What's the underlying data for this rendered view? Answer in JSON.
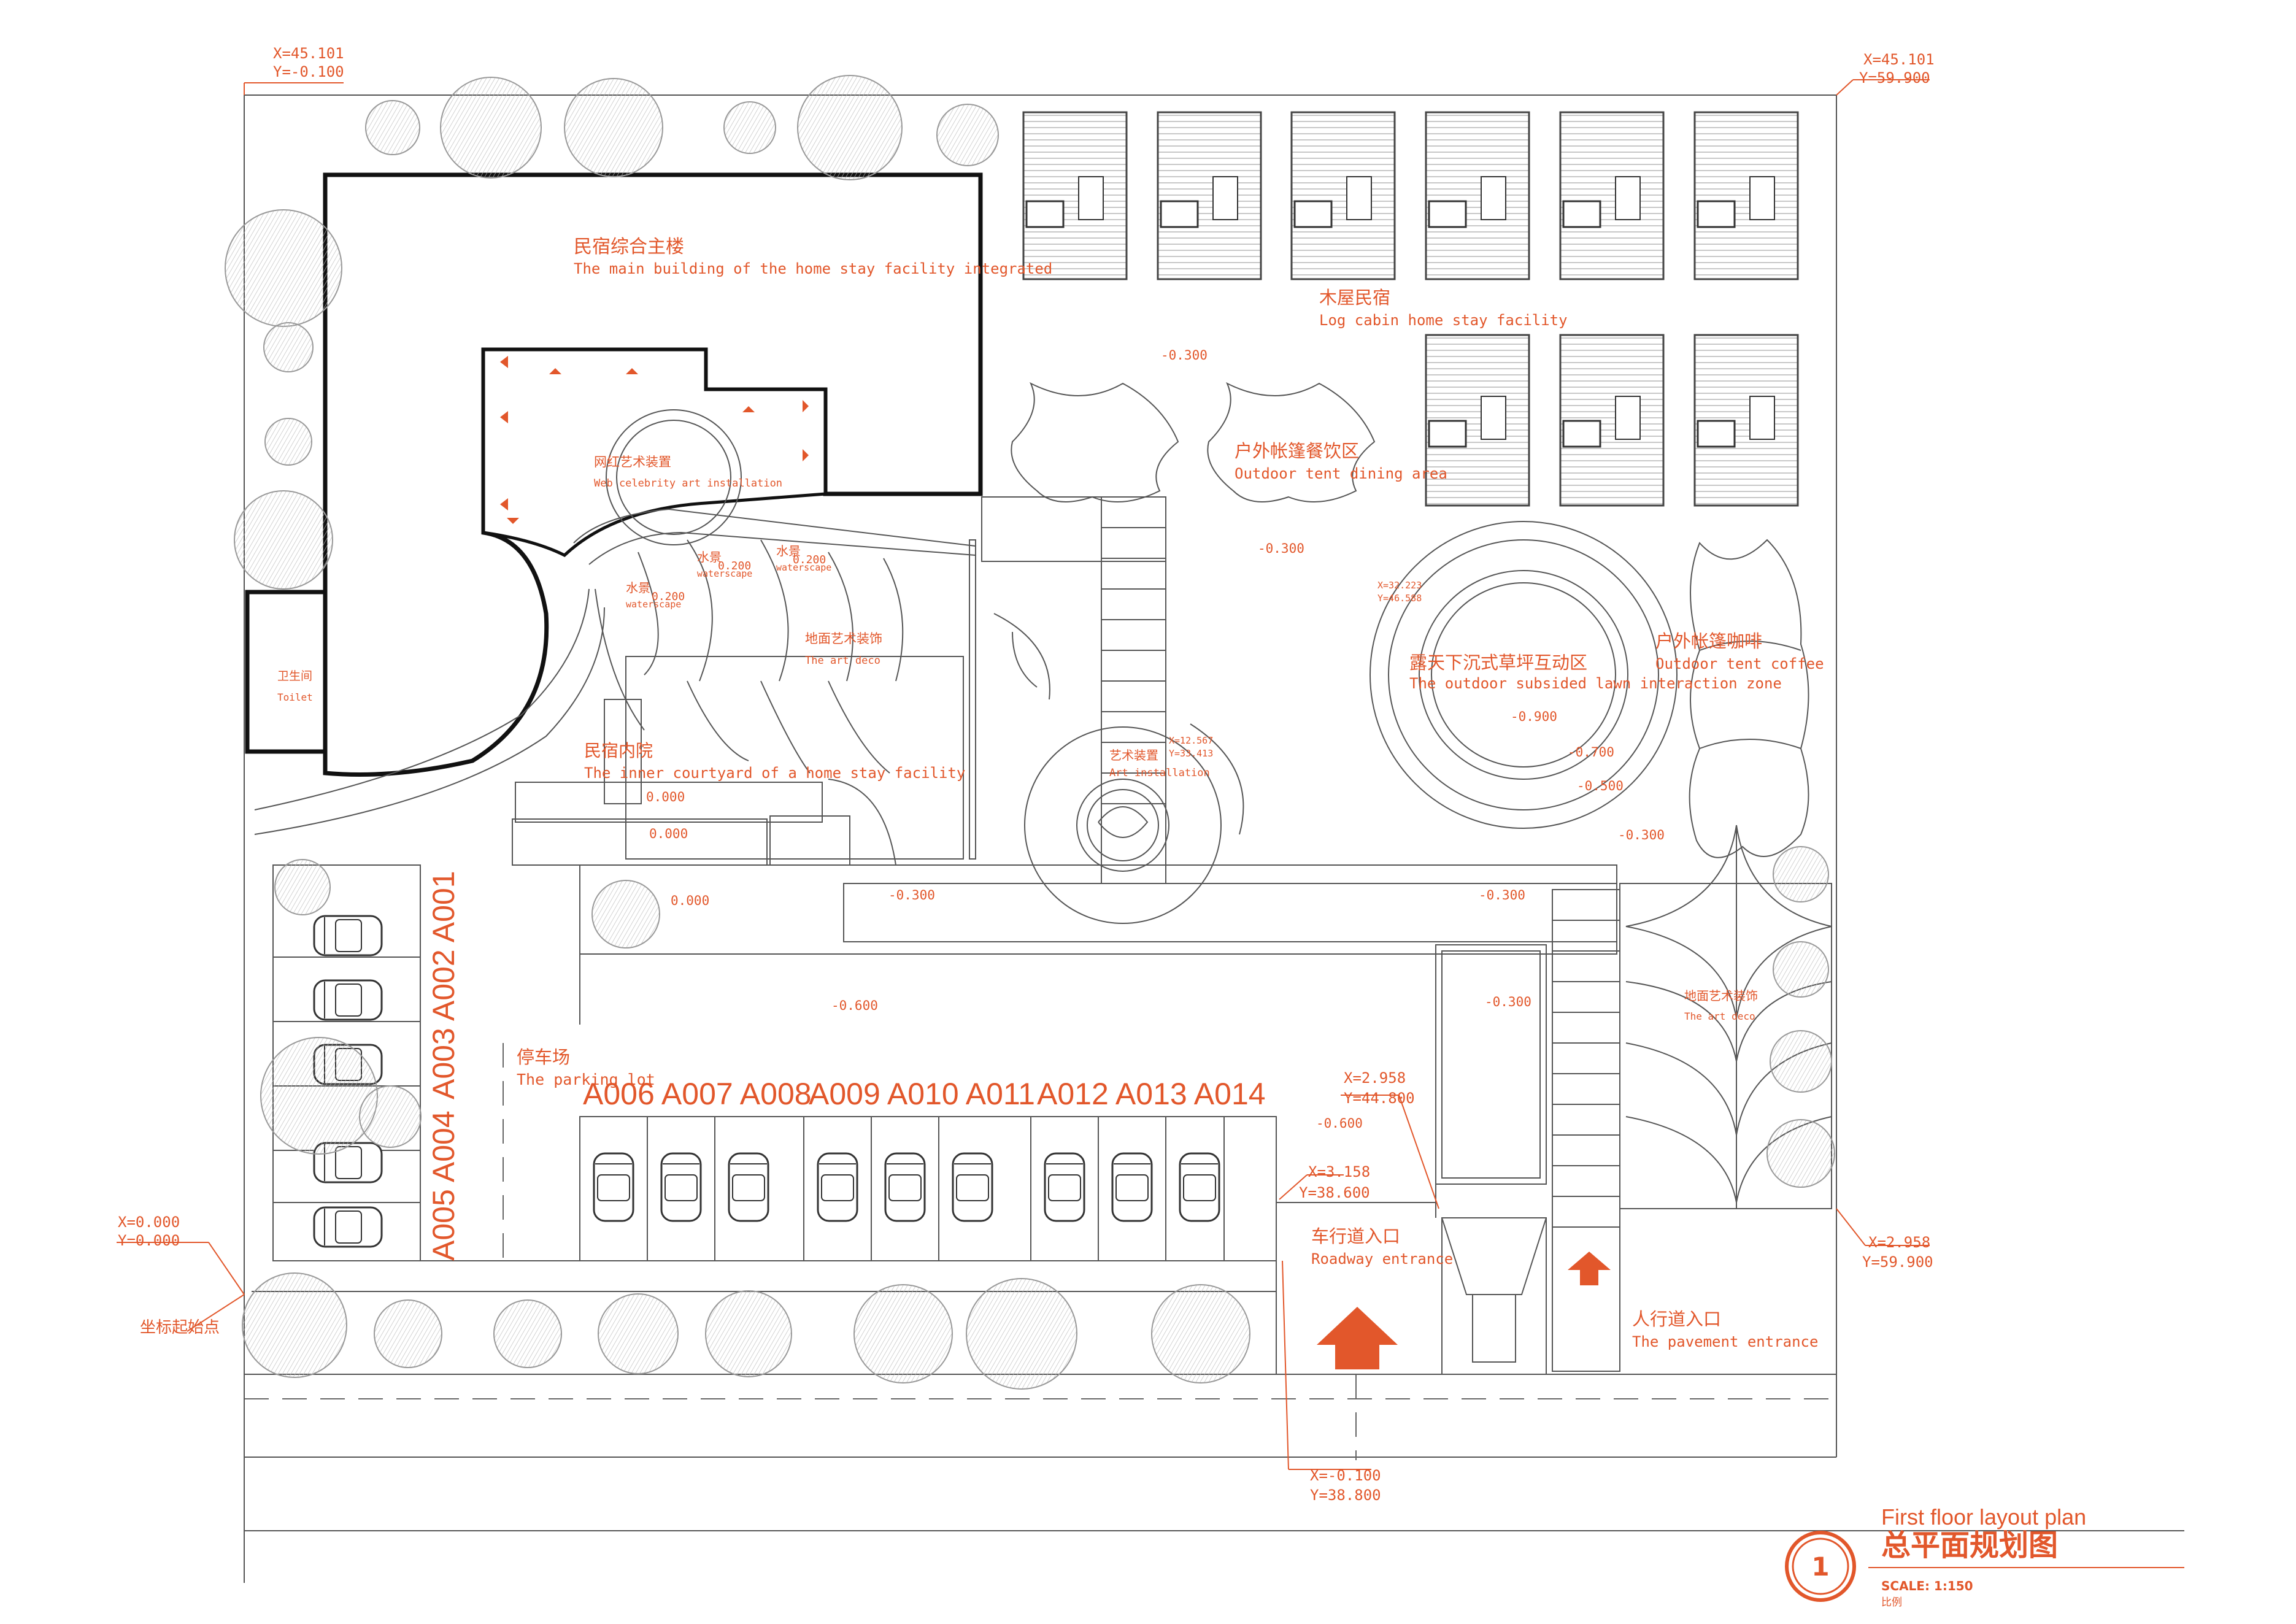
{
  "zones": {
    "main_building": {
      "cn": "民宿综合主楼",
      "en": "The main building of the home stay facility integrated"
    },
    "web_art": {
      "cn": "网红艺术装置",
      "en": "Web celebrity art installation"
    },
    "toilet": {
      "cn": "卫生间",
      "en": "Toilet"
    },
    "waterscape_1": {
      "cn": "水景",
      "en": "waterscape",
      "level": "0.200"
    },
    "waterscape_2": {
      "cn": "水景",
      "en": "waterscape",
      "level": "0.200"
    },
    "waterscape_3": {
      "cn": "水景",
      "en": "waterscape",
      "level": "0.200"
    },
    "ground_art_1": {
      "cn": "地面艺术装饰",
      "en": "The art deco"
    },
    "courtyard": {
      "cn": "民宿内院",
      "en": "The inner courtyard of a home stay facility"
    },
    "log_cabin": {
      "cn": "木屋民宿",
      "en": "Log cabin home stay facility"
    },
    "tent_dining": {
      "cn": "户外帐篷餐饮区",
      "en": "Outdoor tent dining area"
    },
    "lawn": {
      "cn": "露天下沉式草坪互动区",
      "en": "The outdoor subsided lawn interaction zone"
    },
    "tent_coffee": {
      "cn": "户外帐篷咖啡",
      "en": "Outdoor tent coffee"
    },
    "art_installation": {
      "cn": "艺术装置",
      "en": "Art installation"
    },
    "ground_art_2": {
      "cn": "地面艺术装饰",
      "en": "The art deco"
    },
    "parking": {
      "cn": "停车场",
      "en": "The parking lot"
    },
    "roadway": {
      "cn": "车行道入口",
      "en": "Roadway entrance"
    },
    "pavement": {
      "cn": "人行道入口",
      "en": "The pavement entrance"
    },
    "origin": {
      "cn": "坐标起始点"
    }
  },
  "parking_rows": {
    "row_a": "A006 A007 A008",
    "row_b": "A009 A010 A011",
    "row_c": "A012 A013 A014",
    "col_1": "A003 A002 A001",
    "col_2": "A005 A004"
  },
  "elevations": [
    {
      "id": "e1",
      "text": "-0.300"
    },
    {
      "id": "e2",
      "text": "-0.300"
    },
    {
      "id": "e3",
      "text": "0.000"
    },
    {
      "id": "e4",
      "text": "0.000"
    },
    {
      "id": "e5",
      "text": "0.000"
    },
    {
      "id": "e6",
      "text": "-0.300"
    },
    {
      "id": "e7",
      "text": "-0.300"
    },
    {
      "id": "e8",
      "text": "-0.900"
    },
    {
      "id": "e9",
      "text": "-0.700"
    },
    {
      "id": "e10",
      "text": "-0.500"
    },
    {
      "id": "e11",
      "text": "-0.300"
    },
    {
      "id": "e12",
      "text": "-0.300"
    },
    {
      "id": "e13",
      "text": "-0.600"
    },
    {
      "id": "e14",
      "text": "-0.600"
    }
  ],
  "coordinates": {
    "c_tl": {
      "x": "X=45.101",
      "y": "Y=-0.100"
    },
    "c_tr": {
      "x": "X=45.101",
      "y": "Y=59.900"
    },
    "c_br": {
      "x": "X=2.958",
      "y": "Y=59.900"
    },
    "c_origin": {
      "x": "X=0.000",
      "y": "Y=0.000"
    },
    "c_gate1": {
      "x": "X=2.958",
      "y": "Y=44.800"
    },
    "c_gate2": {
      "x": "X=3.158",
      "y": "Y=38.600"
    },
    "c_bottom": {
      "x": "X=-0.100",
      "y": "Y=38.800"
    },
    "c_lawn": {
      "x": "X=32.223",
      "y": "Y=46.588"
    },
    "c_art": {
      "x": "X=12.567",
      "y": "Y=33.413"
    }
  },
  "title_block": {
    "number": "1",
    "title_en": "First floor layout plan",
    "title_cn": "总平面规划图",
    "scale": "SCALE: 1:150",
    "scale_cn": "比例"
  },
  "colors": {
    "accent": "#e2572b",
    "line": "#333333",
    "tree": "#999999"
  }
}
